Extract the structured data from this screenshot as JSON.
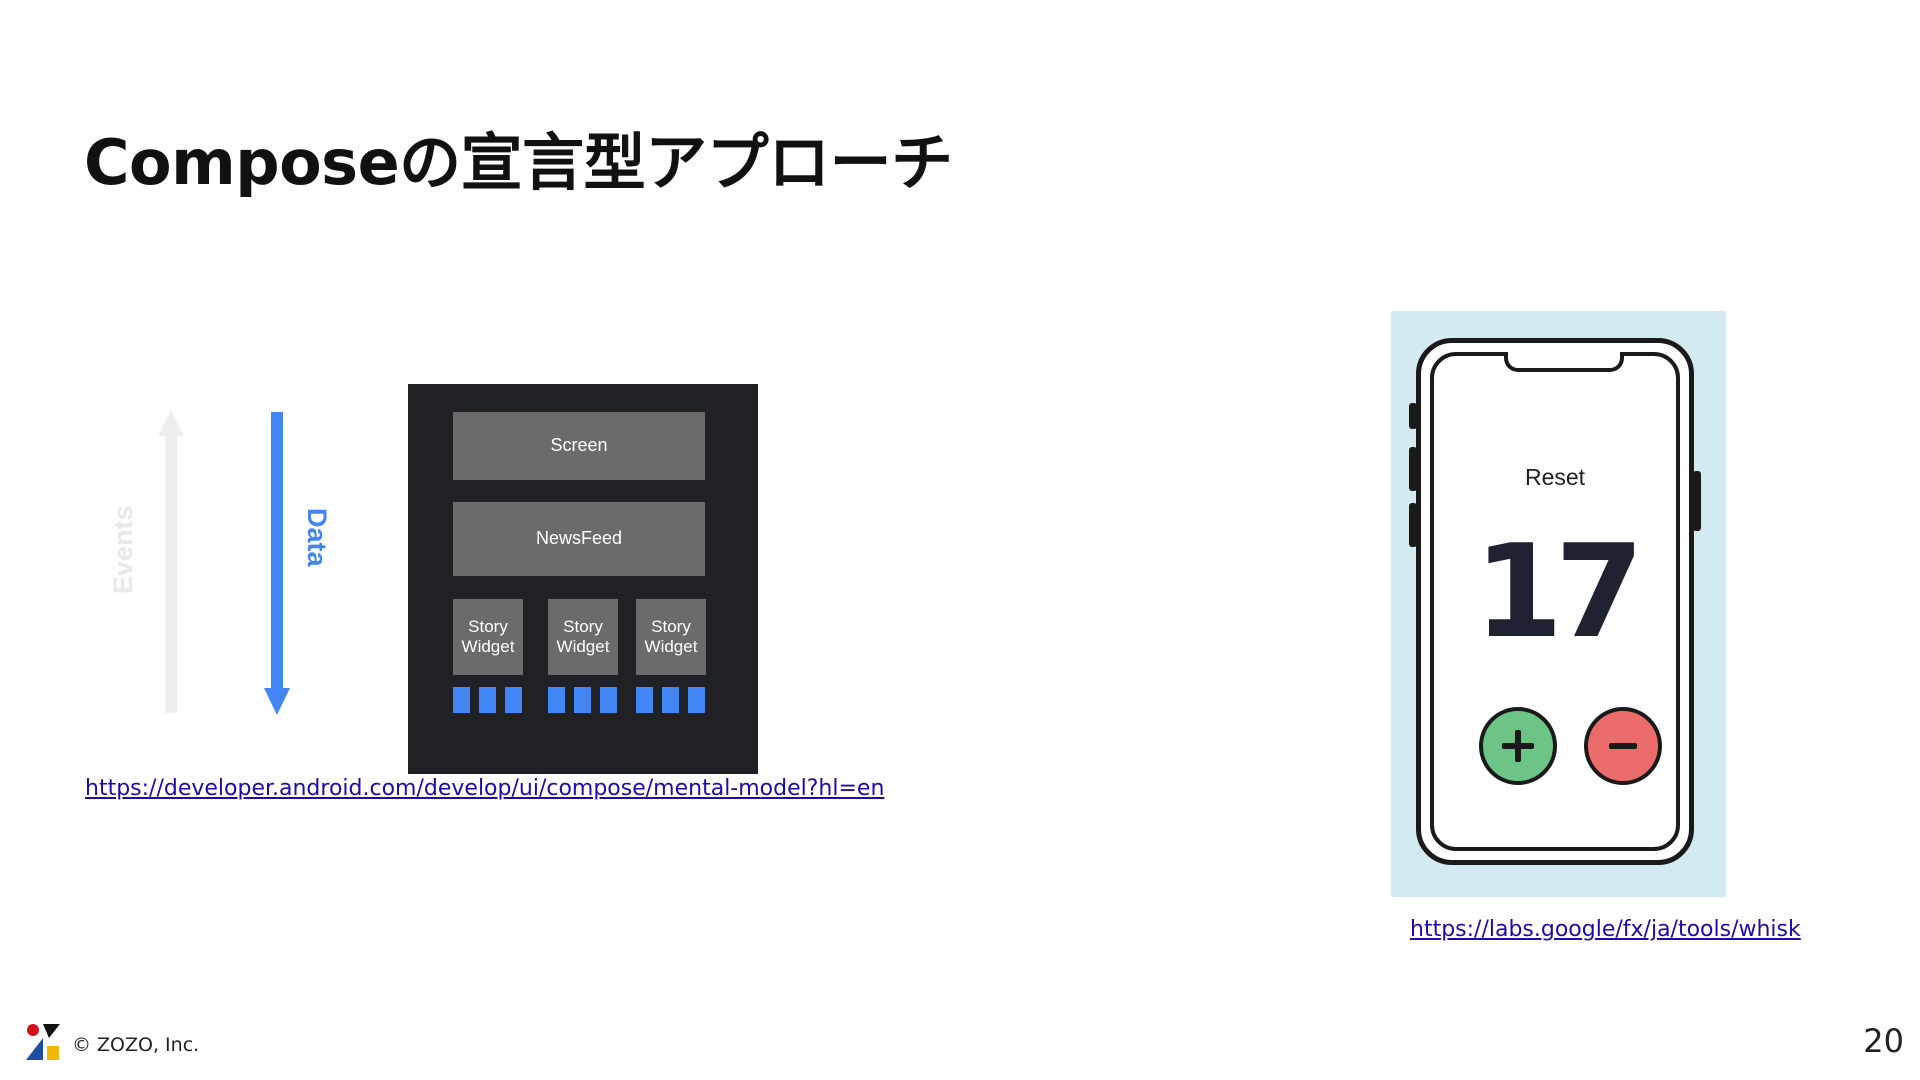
{
  "slide": {
    "title": "Composeの宣言型アプローチ",
    "page_number": "20",
    "copyright": "© ZOZO, Inc."
  },
  "diagram": {
    "events_label": "Events",
    "data_label": "Data",
    "nodes": {
      "screen": "Screen",
      "newsfeed": "NewsFeed",
      "story_widgets": [
        "Story\nWidget",
        "Story\nWidget",
        "Story\nWidget"
      ]
    },
    "colors": {
      "data_blue": "#4285f4",
      "events_gray": "#eeeeee",
      "panel_bg": "#202124",
      "node_gray": "#6b6b6b"
    }
  },
  "links": {
    "left": "https://developer.android.com/develop/ui/compose/mental-model?hl=en",
    "right": "https://labs.google/fx/ja/tools/whisk"
  },
  "phone": {
    "reset_label": "Reset",
    "counter_value": "17",
    "colors": {
      "plus": "#6cc487",
      "minus": "#ec6b6b",
      "background": "#d3eaf0"
    },
    "icons": [
      "plus-icon",
      "minus-icon"
    ]
  }
}
